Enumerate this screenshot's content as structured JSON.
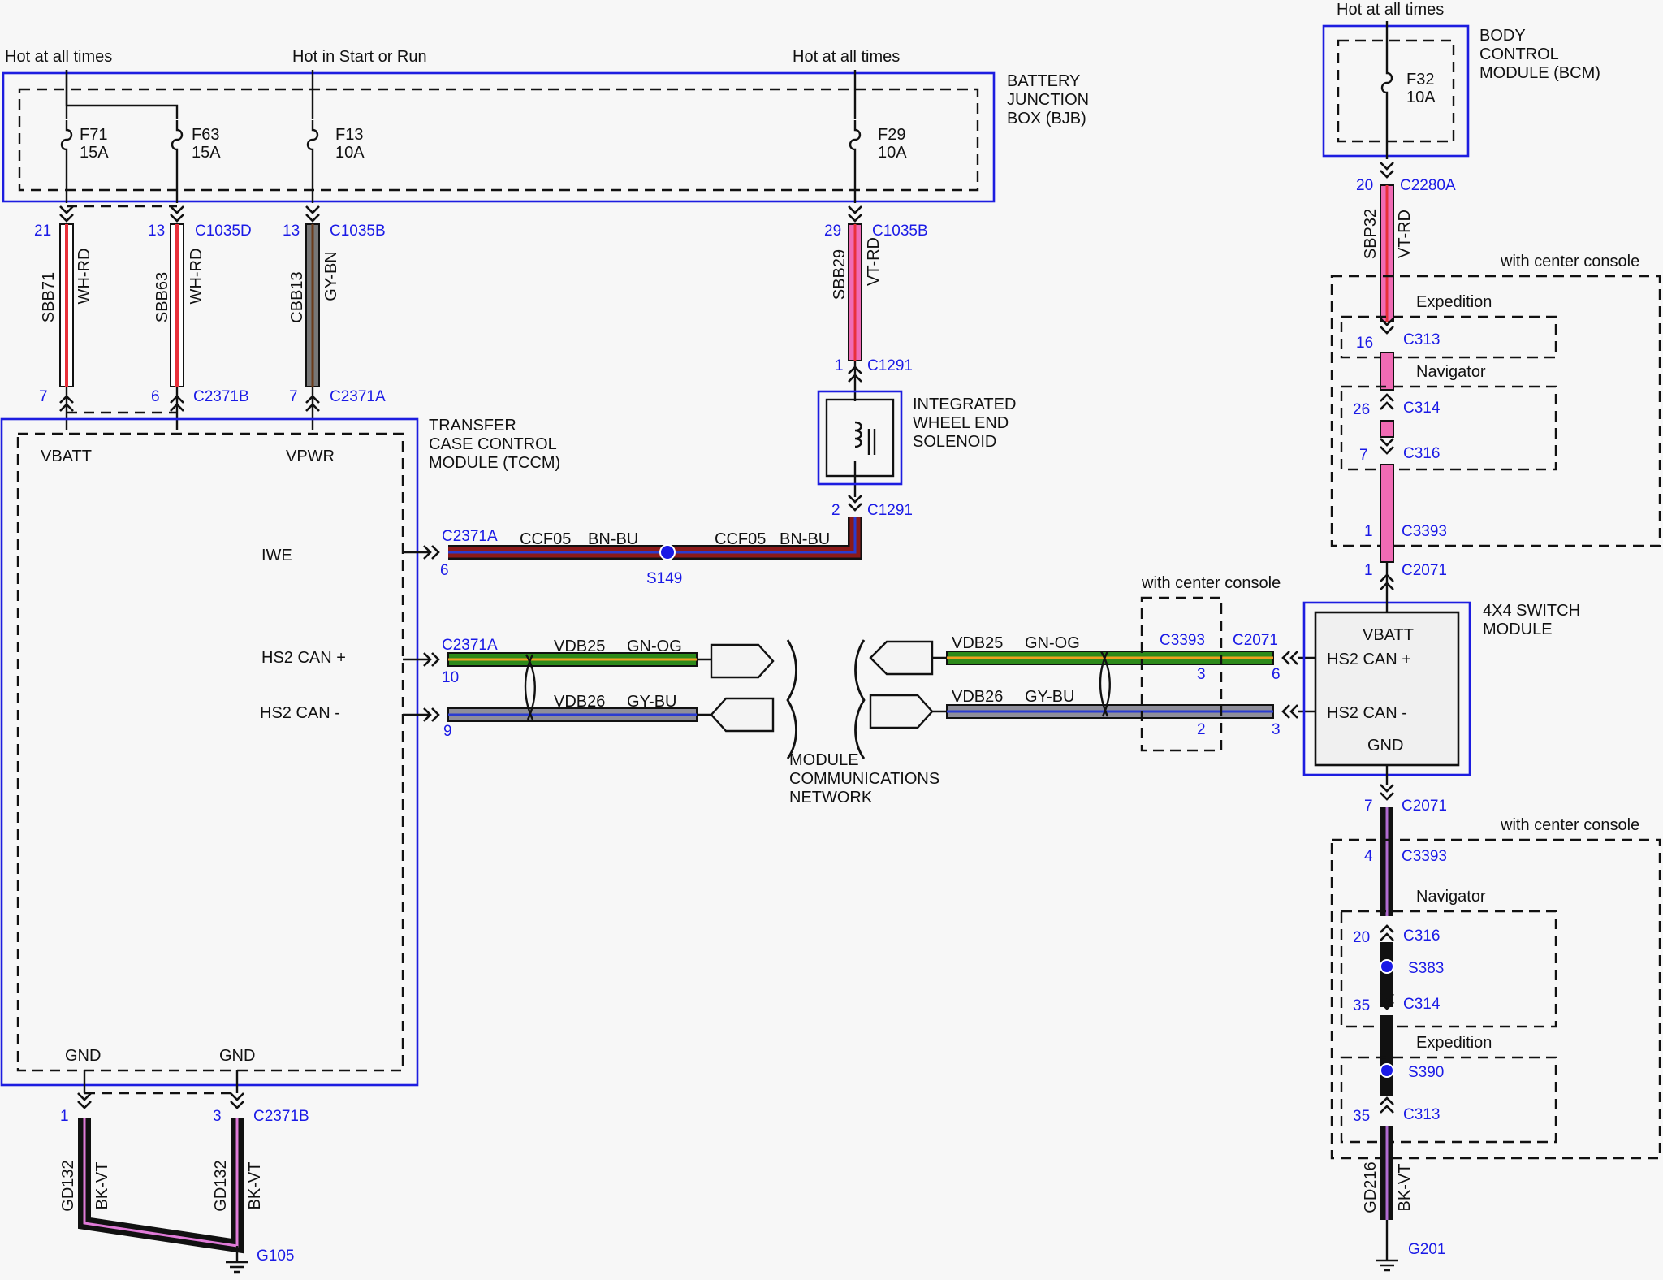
{
  "colors": {
    "module_box": "#1d1de0",
    "pin_text": "#1a1ae6",
    "wh_rd": "#e8303a",
    "vt_rd": "#f06bb4",
    "gy_bn": "#777777",
    "bn_bu": "#8b1a1a",
    "gn_og": "#2d8a1a",
    "gy_bu": "#8e8e9a",
    "bk_vt": "#111111"
  },
  "power": {
    "hot_at_all_times": "Hot at all times",
    "hot_in_start_or_run": "Hot in Start or Run"
  },
  "bjb": {
    "name": [
      "BATTERY",
      "JUNCTION",
      "BOX (BJB)"
    ],
    "fuses": [
      {
        "id": "F71",
        "rating": "15A"
      },
      {
        "id": "F63",
        "rating": "15A"
      },
      {
        "id": "F13",
        "rating": "10A"
      },
      {
        "id": "F29",
        "rating": "10A"
      }
    ]
  },
  "bcm": {
    "name": [
      "BODY",
      "CONTROL",
      "MODULE (BCM)"
    ],
    "fuse": {
      "id": "F32",
      "rating": "10A"
    }
  },
  "tccm": {
    "name": [
      "TRANSFER",
      "CASE CONTROL",
      "MODULE (TCCM)"
    ],
    "pins": {
      "vbatt": "VBATT",
      "vpwr": "VPWR",
      "iwe": "IWE",
      "can_plus": "HS2 CAN +",
      "can_minus": "HS2 CAN -",
      "gnd1": "GND",
      "gnd2": "GND"
    }
  },
  "switch_module": {
    "name": [
      "4X4 SWITCH",
      "MODULE"
    ],
    "pins": {
      "vbatt": "VBATT",
      "can_plus": "HS2 CAN +",
      "can_minus": "HS2 CAN -",
      "gnd": "GND"
    }
  },
  "solenoid": {
    "name": [
      "INTEGRATED",
      "WHEEL END",
      "SOLENOID"
    ]
  },
  "mcn": {
    "name": [
      "MODULE",
      "COMMUNICATIONS",
      "NETWORK"
    ]
  },
  "wires": {
    "w1": {
      "circuit": "SBB71",
      "color": "WH-RD",
      "pin_top": "21",
      "pin_bottom": "7"
    },
    "w2": {
      "circuit": "SBB63",
      "color": "WH-RD",
      "pin_top": "13",
      "pin_bottom": "6",
      "conn_top": "C1035D",
      "conn_bottom": "C2371B"
    },
    "w3": {
      "circuit": "CBB13",
      "color": "GY-BN",
      "pin_top": "13",
      "pin_bottom": "7",
      "conn_top": "C1035B",
      "conn_bottom": "C2371A"
    },
    "w4": {
      "circuit": "SBB29",
      "color": "VT-RD",
      "pin_top": "29",
      "pin_bottom": "1",
      "conn_top": "C1035B",
      "conn_bottom": "C1291"
    },
    "iwe": {
      "conn": "C2371A",
      "pin": "6",
      "circuit": "CCF05",
      "color": "BN-BU",
      "splice": "S149",
      "sol_pin": "2",
      "sol_conn": "C1291"
    },
    "can_p_left": {
      "conn": "C2371A",
      "pin": "10",
      "circuit": "VDB25",
      "color": "GN-OG"
    },
    "can_m_left": {
      "pin": "9",
      "circuit": "VDB26",
      "color": "GY-BU"
    },
    "can_p_right": {
      "circuit": "VDB25",
      "color": "GN-OG",
      "conn1": "C3393",
      "conn2": "C2071",
      "pin1": "3",
      "pin2": "6"
    },
    "can_m_right": {
      "circuit": "VDB26",
      "color": "GY-BU",
      "pin1": "2",
      "pin2": "3"
    },
    "gnd_left": {
      "circuit": "GD132",
      "color": "BK-VT",
      "pin1": "1",
      "pin2": "3",
      "conn": "C2371B",
      "ground": "G105"
    },
    "bcm_out": {
      "pin": "20",
      "conn": "C2280A",
      "circuit": "SBP32",
      "color": "VT-RD"
    },
    "sw_gnd": {
      "circuit": "GD216",
      "color": "BK-VT",
      "ground": "G201"
    }
  },
  "options": {
    "with_center_console": "with center console",
    "expedition": "Expedition",
    "navigator": "Navigator"
  },
  "upper_inline": {
    "c313_pin": "16",
    "c313": "C313",
    "c314_pin": "26",
    "c314": "C314",
    "c316_pin": "7",
    "c316": "C316",
    "c3393_pin": "1",
    "c3393": "C3393",
    "c2071_pin": "1",
    "c2071": "C2071"
  },
  "lower_inline": {
    "c2071_pin": "7",
    "c2071": "C2071",
    "c3393_pin": "4",
    "c3393": "C3393",
    "c316_pin": "20",
    "c316": "C316",
    "s383": "S383",
    "c314_pin": "35",
    "c314": "C314",
    "s390": "S390",
    "c313_pin": "35",
    "c313": "C313"
  }
}
